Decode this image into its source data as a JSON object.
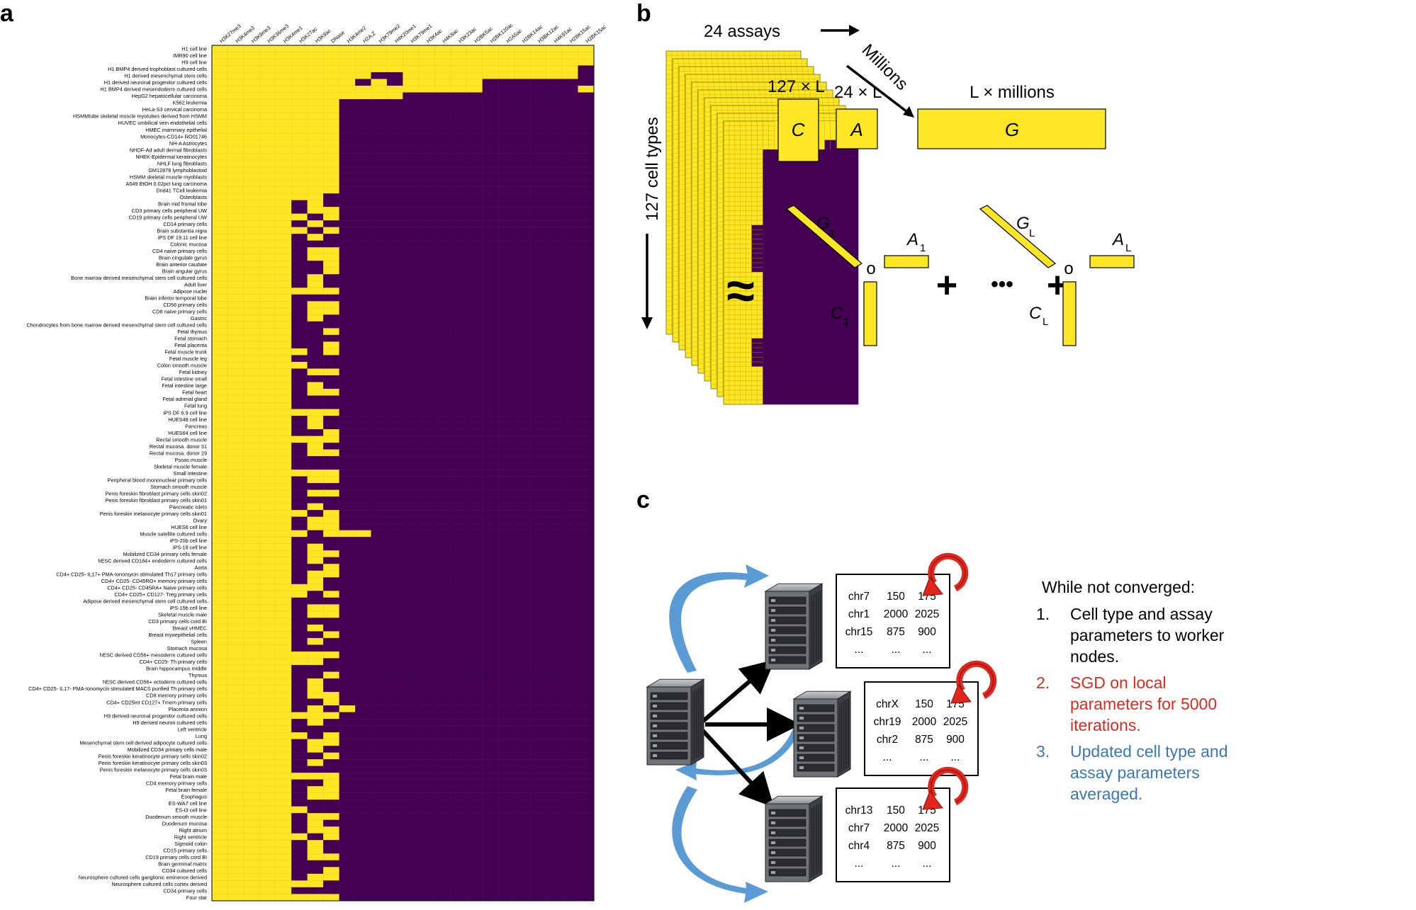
{
  "figure": {
    "panel_labels": {
      "a": "a",
      "b": "b",
      "c": "c"
    }
  },
  "colors": {
    "present": "#FDE725",
    "missing": "#440154",
    "grid": "#d4b800",
    "arrow_blue": "#5a9bd5",
    "loop_red": "#e1261c",
    "step2_red": "#d62d20",
    "step3_blue": "#3b78b2"
  },
  "heatmap": {
    "columns": [
      "H3K27me3",
      "H3K4me3",
      "H3K9me3",
      "H3K36me3",
      "H3K4me1",
      "H3K27ac",
      "H3K9ac",
      "DNase",
      "H3K4me2",
      "H2A.Z",
      "H3K79me2",
      "H4K20me1",
      "H3K79me1",
      "H3K4ac",
      "H4K8ac",
      "H3K23ac",
      "H2BK5ac",
      "H2BK120ac",
      "H2A5ac",
      "H2BK14ac",
      "H3BK12ac",
      "H4K91ac",
      "H2BK15ac",
      "H2BK15ac"
    ],
    "rows": [
      "H1 cell line",
      "IMR90 cell line",
      "H9 cell line",
      "H1 BMP4 derived trophoblast cultured cells",
      "H1 derived mesenchymal stem cells",
      "H1 derived neuronal progenitor cultured cells",
      "H1 BMP4 derived mesendoderm cultured cells",
      "HepG2 hepatocellular carcinoma",
      "K562 leukemia",
      "HeLa-S3 cervical carcinoma",
      "HSMMtube skeletal muscle myotubes derived from HSMM",
      "HUVEC umbilical vein endothelial cells",
      "HMEC mammary epithelial",
      "Monocytes-CD14+ RO01746",
      "NH-A Astrocytes",
      "NHDF-Ad adult dermal fibroblasts",
      "NHEK-Epidermal keratinocytes",
      "NHLF lung fibroblasts",
      "GM12878 lymphoblastoid",
      "HSMM skeletal muscle myoblasts",
      "A549 EtOH 0.02pct lung carcinoma",
      "Dnd41 TCell leukemia",
      "Osteoblasts",
      "Brain mid frontal lobe",
      "CD3 primary cells peripheral UW",
      "CD19 primary cells peripheral UW",
      "CD14 primary cells",
      "Brain substantia nigra",
      "iPS DF 19.11 cell line",
      "Colonic mucosa",
      "CD4 naive primary cells",
      "Brain cingulate gyrus",
      "Brain anterior caudate",
      "Brain angular gyrus",
      "Bone marrow derived mesenchymal stem cell cultured cells",
      "Adult liver",
      "Adipose nuclei",
      "Brain inferior temporal lobe",
      "CD56 primary cells",
      "CD8 naive primary cells",
      "Gastric",
      "Chondrocytes from bone marrow derived mesenchymal stem cell cultured cells",
      "Fetal thymus",
      "Fetal stomach",
      "Fetal placenta",
      "Fetal muscle trunk",
      "Fetal muscle leg",
      "Colon smooth muscle",
      "Fetal kidney",
      "Fetal intestine small",
      "Fetal intestine large",
      "Fetal heart",
      "Fetal adrenal gland",
      "Fetal lung",
      "iPS DF 6.9 cell line",
      "HUES48 cell line",
      "Pancreas",
      "HUES64 cell line",
      "Rectal smooth muscle",
      "Rectal mucosa. donor 31",
      "Rectal mucosa. donor 29",
      "Psoas muscle",
      "Skeletal muscle female",
      "Small intestine",
      "Peripheral blood mononuclear primary cells",
      "Stomach smooth muscle",
      "Penis foreskin fibroblast primary cells skin02",
      "Penis foreskin fibroblast primary cells skin01",
      "Pancreatic islets",
      "Penis foreskin melanocyte primary cells skin01",
      "Ovary",
      "HUES6 cell line",
      "Muscle satellite cultured cells",
      "iPS-20b cell line",
      "iPS-18 cell line",
      "Mobilized CD34 primary cells female",
      "hESC derived CD184+ endoderm cultured cells",
      "Aorta",
      "CD4+ CD25- IL17+ PMA-Ionomycin stimulated Th17 primary cells",
      "CD4+ CD25- CD45RO+ memory primary cells",
      "CD4+ CD25- CD45RA+ Naive primary cells",
      "CD4+ CD25+ CD127- Treg primary cells",
      "Adipose derived mesenchymal stem cell cultured cells",
      "iPS-15b cell line",
      "Skeletal muscle male",
      "CD3 primary cells cord BI",
      "Breast vHMEC",
      "Breast myoepithelial cells",
      "Spleen",
      "Stomach mucosa",
      "hESC derived CD56+ mesoderm cultured cells",
      "CD4+ CD25- Th primary cells",
      "Brain hippocampus middle",
      "Thymus",
      "hESC derived CD56+ ectoderm cultured cells",
      "CD4+ CD25- IL17- PMA-Ionomycin stimulated MACS purified Th primary cells",
      "CD8 memory primary cells",
      "CD4+ CD25int CD127+ Tmem primary cells",
      "Placenta amnion",
      "H9 derived neuronal progenitor cultured cells",
      "H9 derived neuron cultured cells",
      "Left ventricle",
      "Lung",
      "Mesenchymal stem cell derived adipocyte cultured cells",
      "Mobilized CD34 primary cells male",
      "Penis foreskin keratinocyte primary cells skin02",
      "Penis foreskin keratinocyte primary cells skin03",
      "Penis foreskin melanocyte primary cells skin03",
      "Fetal brain male",
      "CD4 memory primary cells",
      "Fetal brain female",
      "Esophagus",
      "ES-WA7 cell line",
      "ES-I3 cell line",
      "Duodenum smooth muscle",
      "Duodenum mucosa",
      "Right atrium",
      "Right ventricle",
      "Sigmoid colon",
      "CD15 primary cells",
      "CD19 primary cells cord BI",
      "Brain germinal matrix",
      "CD34 cultured cells",
      "Neurosphere cultured cells ganglionic eminence derived",
      "Neurosphere cultured cells cortex derived",
      "CD34 primary cells",
      "Four star"
    ]
  },
  "panel_b": {
    "assays_label": "24 assays",
    "millions_label": "Millions",
    "celltypes_label": "127 cell types",
    "c_dim": "127 × L",
    "a_dim": "24 × L",
    "g_dim": "L × millions",
    "c_box": "C",
    "a_box": "A",
    "g_box": "G",
    "approx": "≈",
    "g1": "G",
    "g1_sub": "1",
    "a1": "A",
    "a1_sub": "1",
    "c1": "C",
    "c1_sub": "1",
    "gl": "G",
    "gl_sub": "L",
    "al": "A",
    "al_sub": "L",
    "cl": "C",
    "cl_sub": "L",
    "outer": "o",
    "plus": "+",
    "dots": "•••"
  },
  "panel_c": {
    "tables": [
      {
        "rows": [
          [
            "chr7",
            "150",
            "175"
          ],
          [
            "chr1",
            "2000",
            "2025"
          ],
          [
            "chr15",
            "875",
            "900"
          ],
          [
            "...",
            "...",
            "..."
          ]
        ]
      },
      {
        "rows": [
          [
            "chrX",
            "150",
            "175"
          ],
          [
            "chr19",
            "2000",
            "2025"
          ],
          [
            "chr2",
            "875",
            "900"
          ],
          [
            "...",
            "...",
            "..."
          ]
        ]
      },
      {
        "rows": [
          [
            "chr13",
            "150",
            "175"
          ],
          [
            "chr7",
            "2000",
            "2025"
          ],
          [
            "chr4",
            "875",
            "900"
          ],
          [
            "...",
            "...",
            "..."
          ]
        ]
      }
    ],
    "heading": "While not converged:",
    "steps": [
      {
        "num": "1.",
        "lines": [
          "Cell type and assay",
          "parameters to worker",
          "nodes."
        ]
      },
      {
        "num": "2.",
        "lines": [
          "SGD on local",
          "parameters for 5000",
          "iterations."
        ]
      },
      {
        "num": "3.",
        "lines": [
          "Updated cell type and",
          "assay parameters",
          "averaged."
        ]
      }
    ]
  }
}
